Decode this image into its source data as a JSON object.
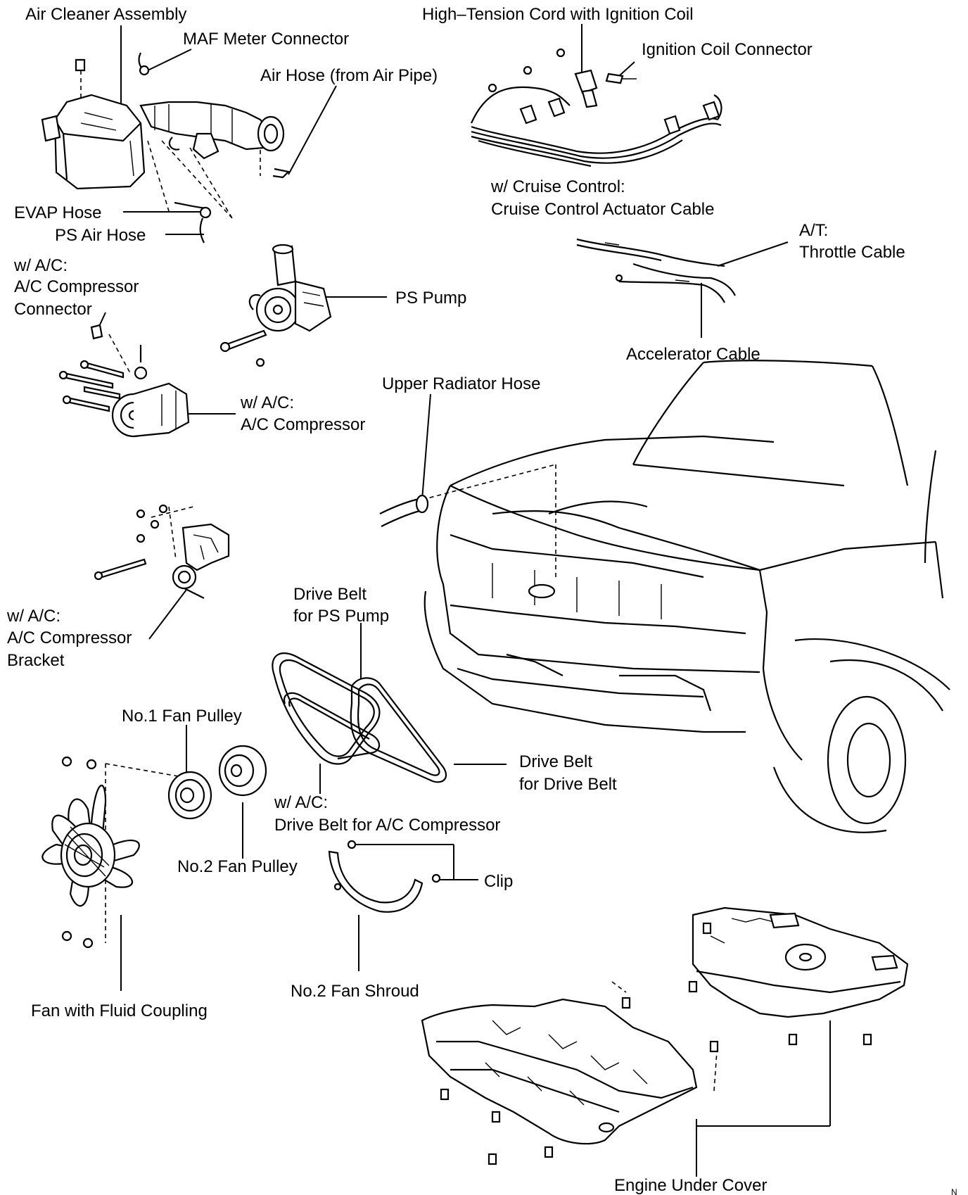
{
  "labels": {
    "air_cleaner": "Air Cleaner Assembly",
    "maf_connector": "MAF Meter Connector",
    "air_hose": "Air Hose (from Air Pipe)",
    "ht_cord": "High–Tension Cord with Ignition Coil",
    "ign_connector": "Ignition Coil Connector",
    "evap_hose": "EVAP Hose",
    "ps_air_hose": "PS Air Hose",
    "ac_comp_conn_1": "w/ A/C:",
    "ac_comp_conn_2": "A/C Compressor",
    "ac_comp_conn_3": "Connector",
    "ps_pump": "PS Pump",
    "cruise_1": "w/ Cruise Control:",
    "cruise_2": "Cruise Control Actuator Cable",
    "throttle_1": "A/T:",
    "throttle_2": "Throttle Cable",
    "accel_cable": "Accelerator Cable",
    "ac_comp_1": "w/ A/C:",
    "ac_comp_2": "A/C Compressor",
    "upper_rad_hose": "Upper Radiator Hose",
    "ac_bracket_1": "w/ A/C:",
    "ac_bracket_2": "A/C Compressor",
    "ac_bracket_3": "Bracket",
    "belt_ps_1": "Drive Belt",
    "belt_ps_2": "for PS Pump",
    "fan_pulley_1": "No.1 Fan Pulley",
    "belt_drive_1": "Drive Belt",
    "belt_drive_2": "for Drive Belt",
    "belt_ac_1": "w/ A/C:",
    "belt_ac_2": "Drive Belt for A/C Compressor",
    "fan_pulley_2": "No.2 Fan Pulley",
    "clip": "Clip",
    "fan_shroud": "No.2 Fan Shroud",
    "fan_coupling": "Fan with Fluid Coupling",
    "under_cover": "Engine Under Cover",
    "corner_mark": "N"
  }
}
